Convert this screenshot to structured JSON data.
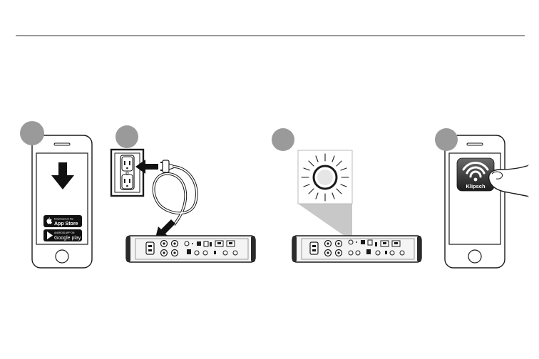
{
  "colors": {
    "line": "#1a1a1a",
    "step_circle": "#9a9a9a",
    "beam": "#c4c4c4",
    "device_body": "#f0f0f0",
    "device_dark": "#2a2a2a",
    "badge_bg": "#111111",
    "app_icon_bg": "#3a3a3a",
    "app_icon_label": "#ffffff"
  },
  "steps": [
    {
      "name": "download-app",
      "icon": "download-arrow-icon"
    },
    {
      "name": "plug-in-power",
      "icon": "power-plug-icon"
    },
    {
      "name": "wait-for-led",
      "icon": "status-led-icon"
    },
    {
      "name": "open-app",
      "icon": "wifi-icon"
    }
  ],
  "app_store": {
    "small": "Download on the",
    "big": "App Store"
  },
  "google_play": {
    "small": "ANDROID APP ON",
    "big": "Google play"
  },
  "app_icon": {
    "label": "Klipsch"
  }
}
